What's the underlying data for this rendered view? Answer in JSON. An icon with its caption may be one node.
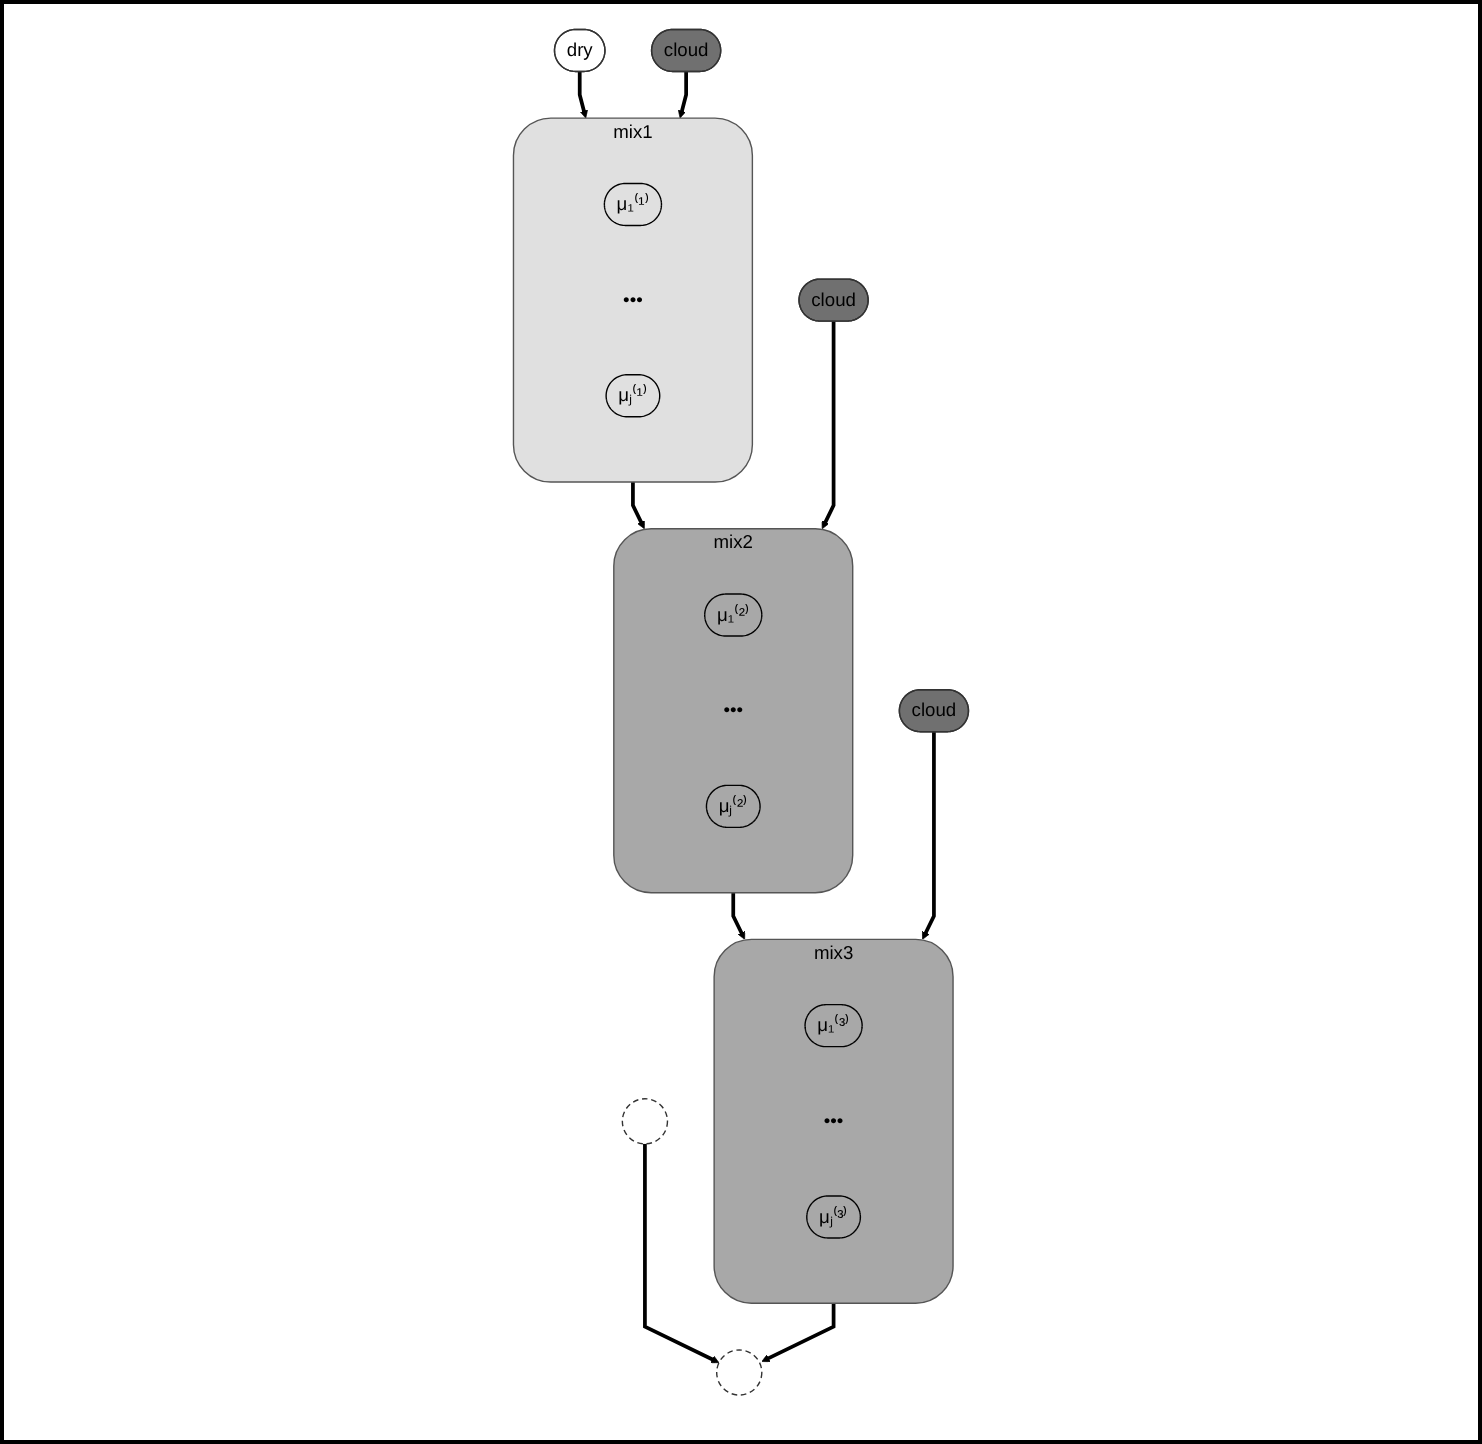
{
  "diagram": {
    "nodes": [
      {
        "text": [
          "dry"
        ]
      },
      {
        "text": [
          "cloud"
        ]
      },
      {
        "text": [
          "mix1"
        ]
      },
      {
        "text": [
          "μ₁⁽¹⁾"
        ],
        "in": 2
      },
      {
        "text": [
          "•••"
        ],
        "in": 2
      },
      {
        "text": [
          "μⱼ⁽¹⁾"
        ],
        "in": 2
      },
      {
        "text": [
          "cloud"
        ]
      },
      {
        "text": [
          "mix2"
        ]
      },
      {
        "text": [
          "μ₁⁽²⁾"
        ],
        "in": 7
      },
      {
        "text": [
          "•••"
        ],
        "in": 7
      },
      {
        "text": [
          "μⱼ⁽²⁾"
        ],
        "in": 7
      },
      {
        "text": [
          "cloud"
        ]
      },
      {
        "text": [
          "mix3"
        ]
      },
      {
        "text": [
          "μ₁⁽³⁾"
        ],
        "in": 12
      },
      {
        "text": [
          "•••"
        ],
        "in": 12
      },
      {
        "text": [
          "μⱼ⁽³⁾"
        ],
        "in": 12
      },
      {
        "text": [],
        "shape": "circle"
      },
      {
        "text": [],
        "shape": "circle"
      }
    ],
    "edges": [
      {
        "from": 0,
        "to": 2,
        "arrow": "to"
      },
      {
        "from": 1,
        "to": 2,
        "arrow": "to"
      },
      {
        "from": 2,
        "to": 7,
        "arrow": "to"
      },
      {
        "from": 6,
        "to": 7,
        "arrow": "to"
      },
      {
        "from": 7,
        "to": 12,
        "arrow": "to"
      },
      {
        "from": 11,
        "to": 12,
        "arrow": "to"
      },
      {
        "from": 12,
        "to": 17,
        "arrow": "to"
      },
      {
        "from": 16,
        "to": 17,
        "arrow": "to"
      }
    ]
  }
}
